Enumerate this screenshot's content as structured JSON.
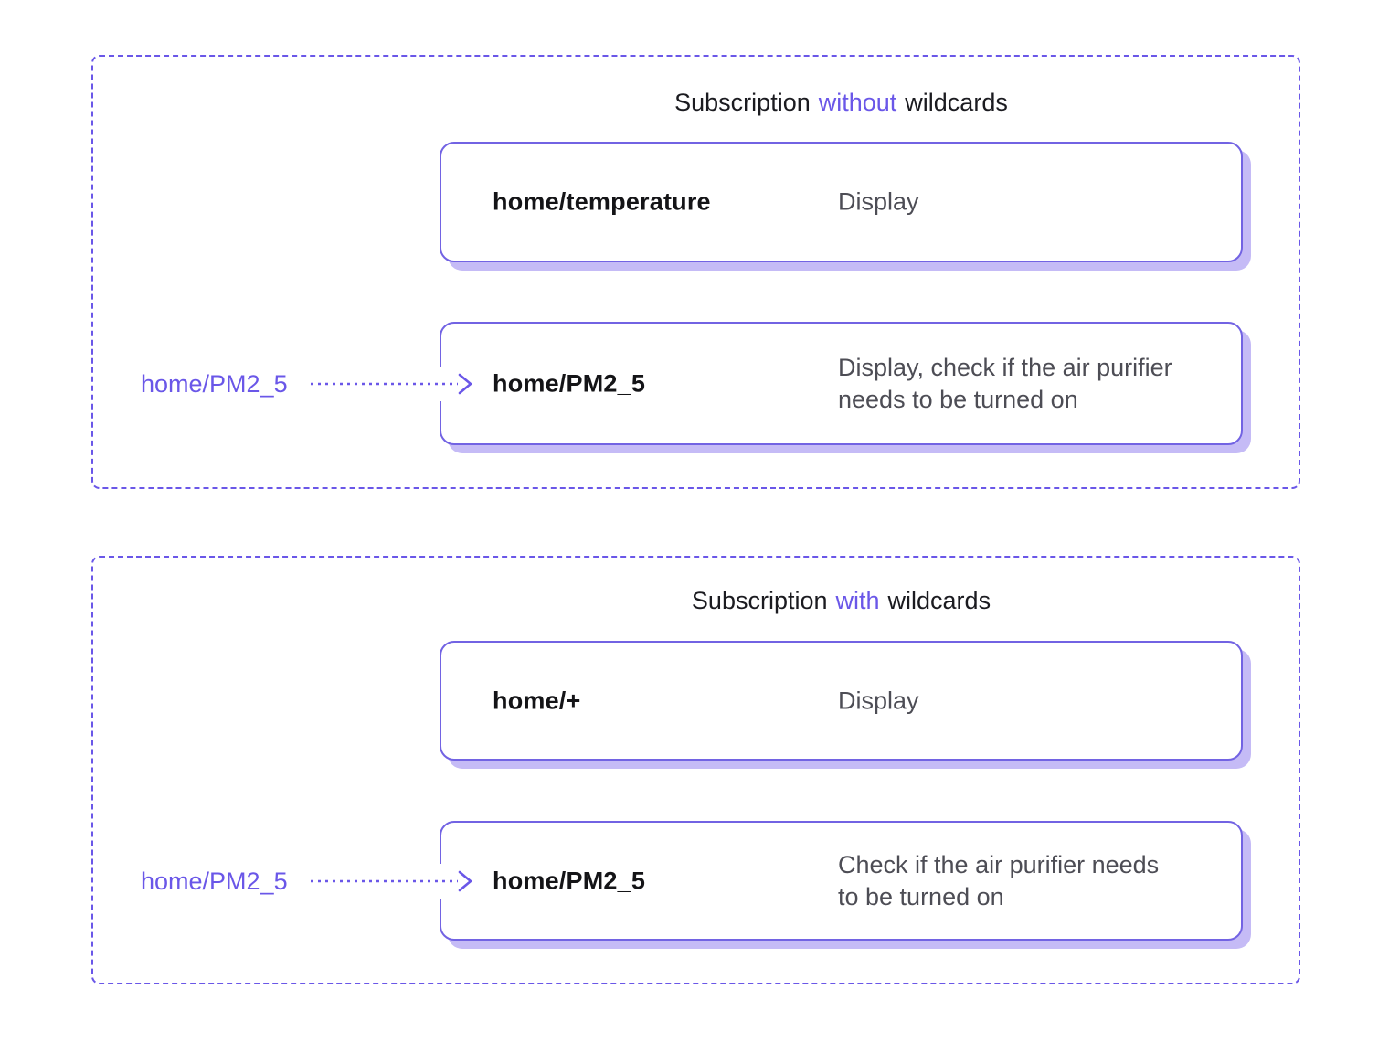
{
  "colors": {
    "accent": "#6a57e8",
    "card-border": "#7263e3",
    "card-shadow": "#c5bbf6",
    "text-dark": "#1b1b20",
    "text-muted": "#4d4d55"
  },
  "panels": [
    {
      "title": {
        "pre": "Subscription",
        "highlight": "without",
        "post": "wildcards"
      },
      "source_label": "home/PM2_5",
      "cards": [
        {
          "topic": "home/temperature",
          "desc_lines": [
            "Display"
          ]
        },
        {
          "topic": "home/PM2_5",
          "desc_lines": [
            "Display, check if the air purifier",
            "needs to be turned on"
          ]
        }
      ]
    },
    {
      "title": {
        "pre": "Subscription",
        "highlight": "with",
        "post": "wildcards"
      },
      "source_label": "home/PM2_5",
      "cards": [
        {
          "topic": "home/+",
          "desc_lines": [
            "Display"
          ]
        },
        {
          "topic": "home/PM2_5",
          "desc_lines": [
            "Check if the air purifier needs",
            "to be turned on"
          ]
        }
      ]
    }
  ]
}
